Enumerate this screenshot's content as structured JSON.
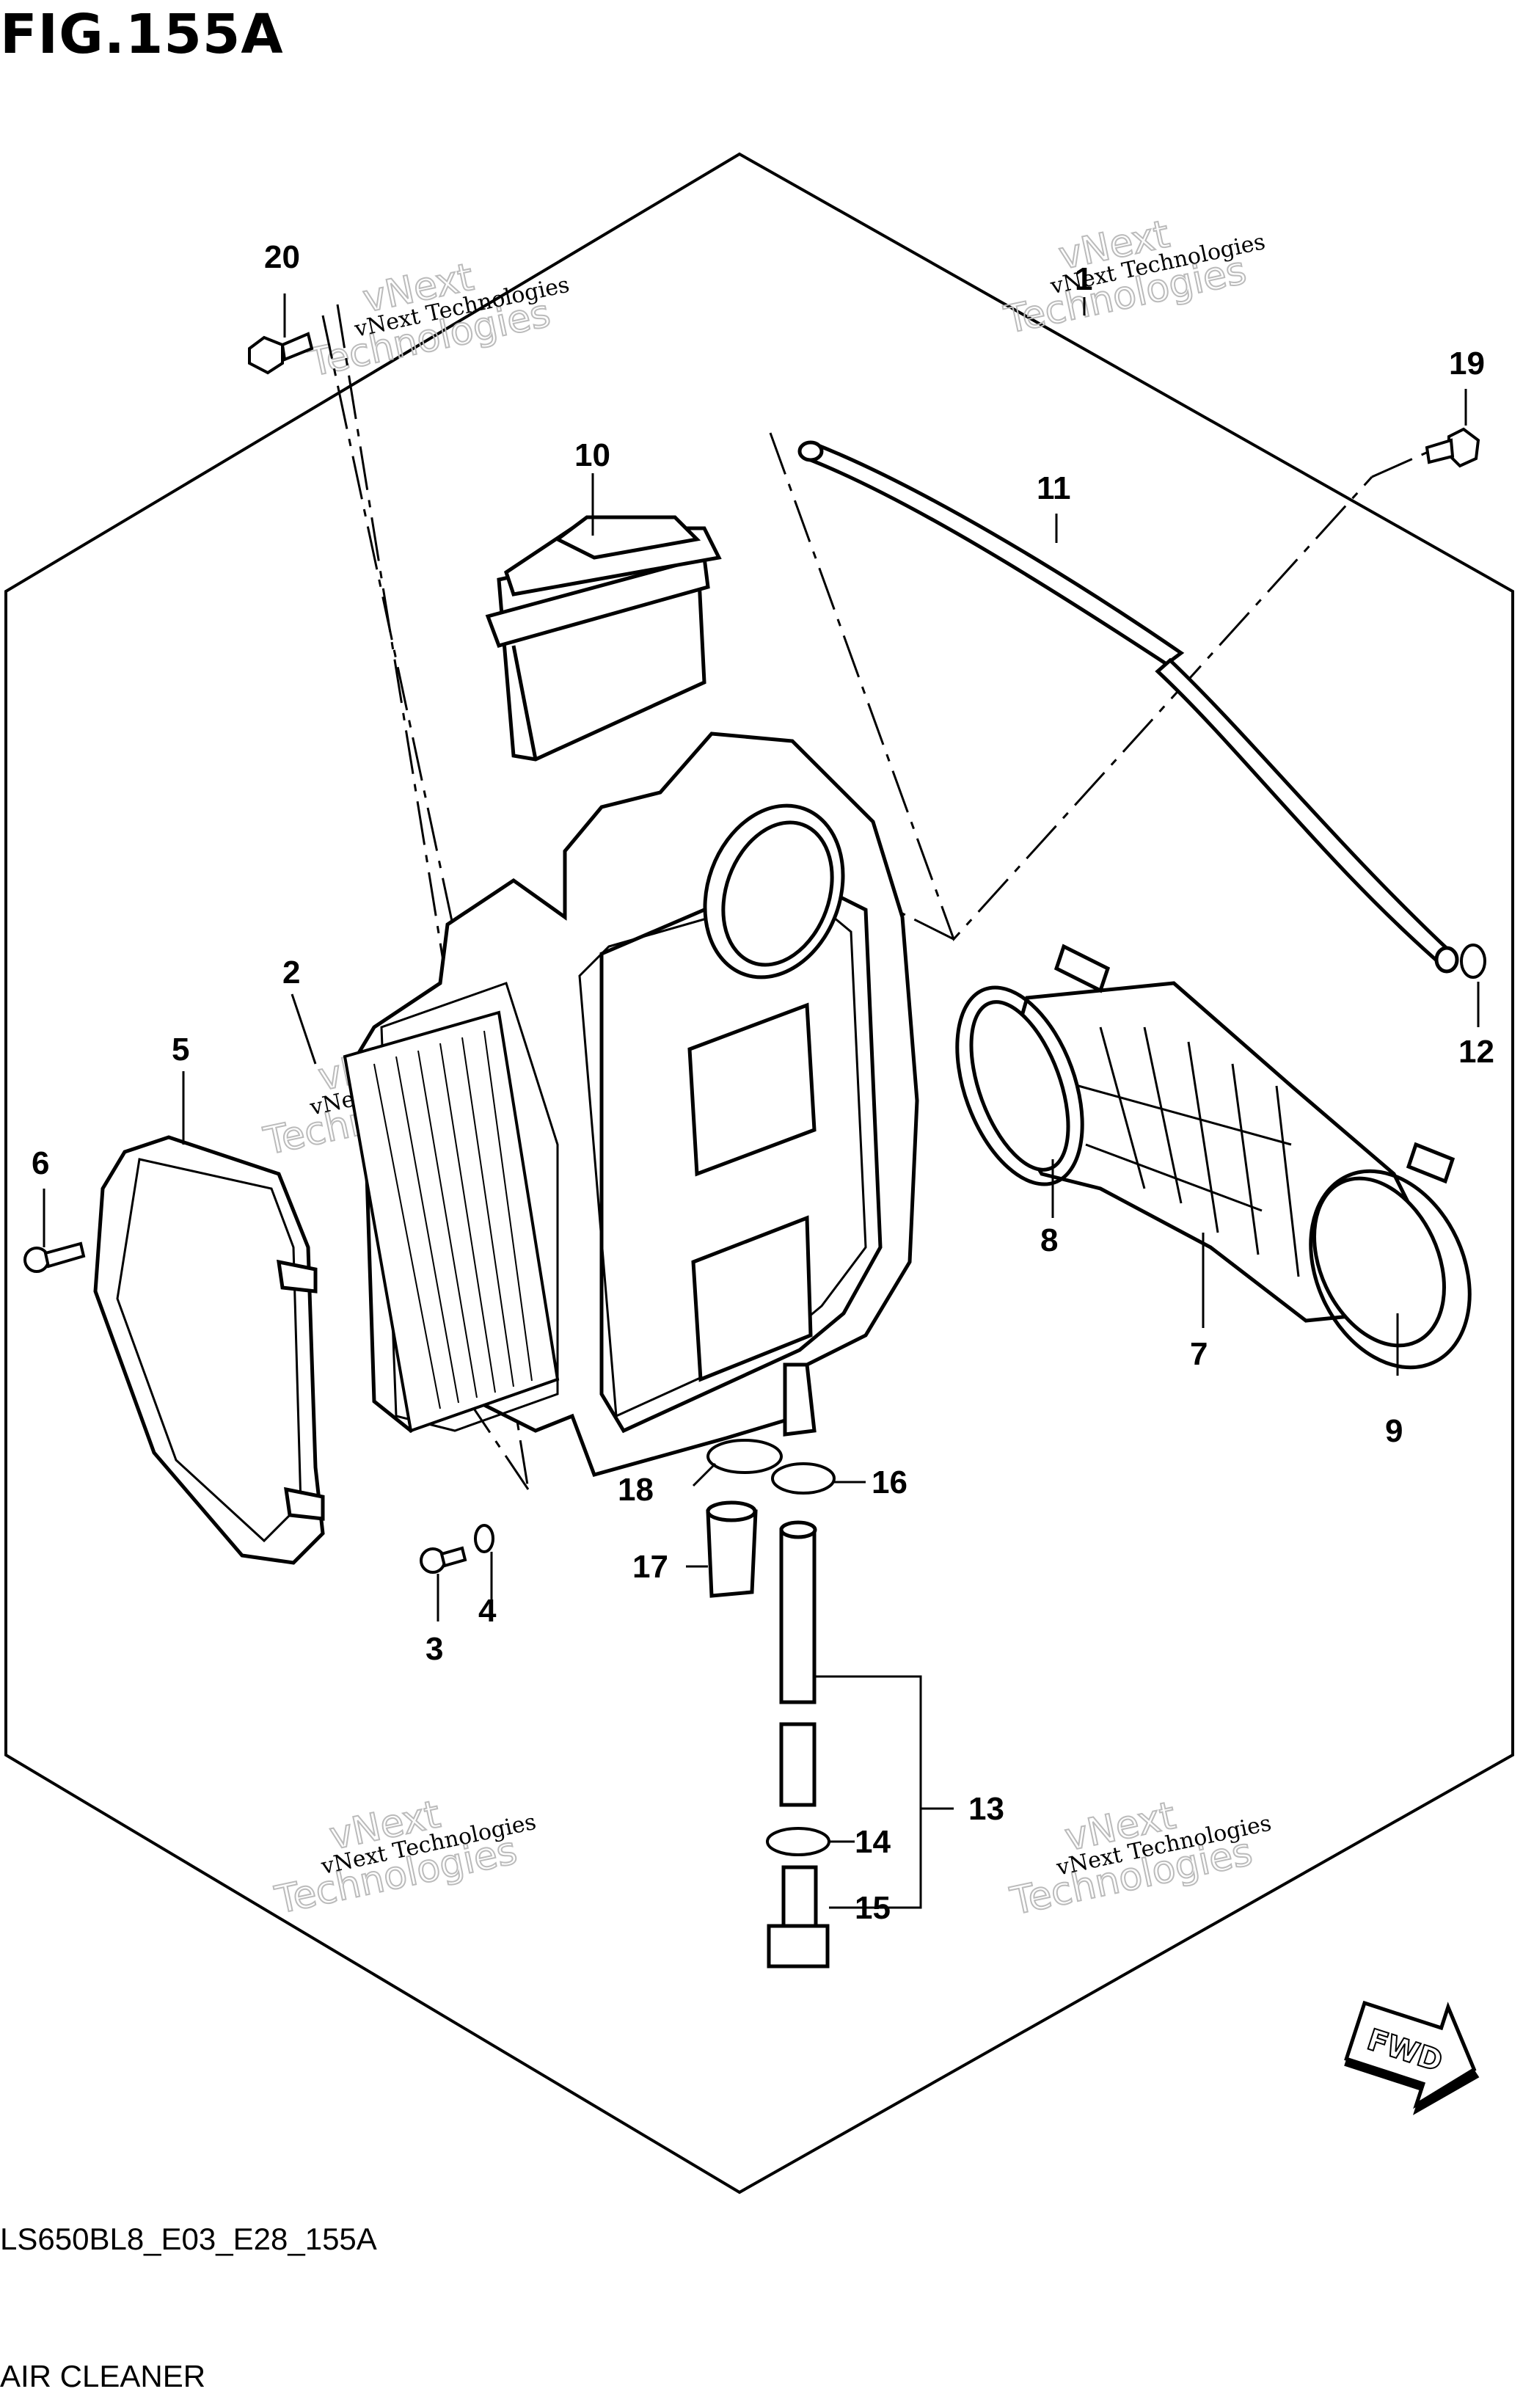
{
  "figure": {
    "title": "FIG.155A",
    "code": "LS650BL8_E03_E28_155A",
    "name": "AIR CLEANER"
  },
  "watermark": {
    "line1": "vNext Technologies",
    "line2": "vNext",
    "line3": "Technologies"
  },
  "fwd_label": "FWD",
  "callouts": [
    {
      "id": "1",
      "text": "1"
    },
    {
      "id": "2",
      "text": "2"
    },
    {
      "id": "3",
      "text": "3"
    },
    {
      "id": "4",
      "text": "4"
    },
    {
      "id": "5",
      "text": "5"
    },
    {
      "id": "6",
      "text": "6"
    },
    {
      "id": "7",
      "text": "7"
    },
    {
      "id": "8",
      "text": "8"
    },
    {
      "id": "9",
      "text": "9"
    },
    {
      "id": "10",
      "text": "10"
    },
    {
      "id": "11",
      "text": "11"
    },
    {
      "id": "12",
      "text": "12"
    },
    {
      "id": "13",
      "text": "13"
    },
    {
      "id": "14",
      "text": "14"
    },
    {
      "id": "15",
      "text": "15"
    },
    {
      "id": "16",
      "text": "16"
    },
    {
      "id": "17",
      "text": "17"
    },
    {
      "id": "18",
      "text": "18"
    },
    {
      "id": "19",
      "text": "19"
    },
    {
      "id": "20",
      "text": "20"
    }
  ]
}
